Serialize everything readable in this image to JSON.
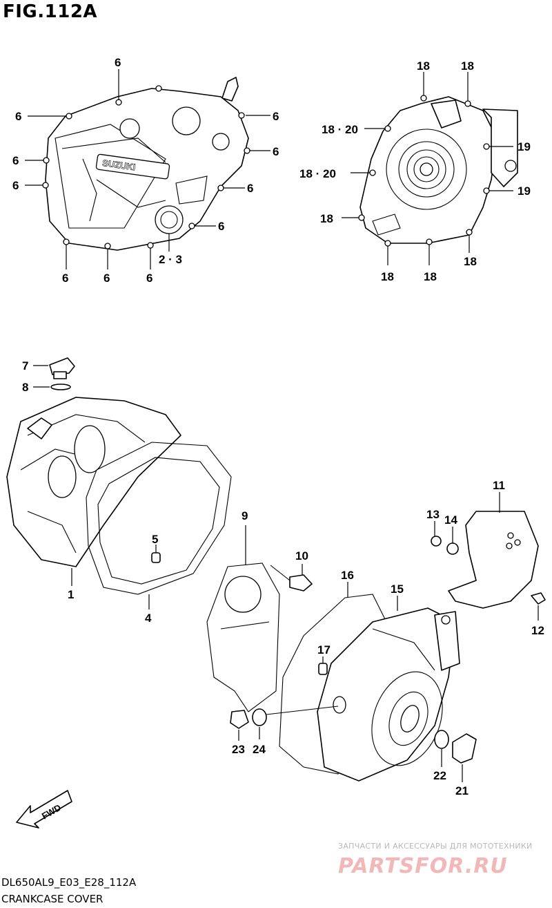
{
  "figure": {
    "title": "FIG.112A",
    "code": "DL650AL9_E03_E28_112A",
    "name": "CRANKCASE COVER"
  },
  "brand_text": "SUZUKI",
  "fwd_label": "FWD",
  "watermark": {
    "tagline": "ЗАПЧАСТИ И АКСЕССУАРЫ ДЛЯ МОТОТЕХНИКИ",
    "logo": "PARTSFOR.RU"
  },
  "callouts": {
    "c1": "1",
    "c4": "4",
    "c5": "5",
    "c7": "7",
    "c8": "8",
    "c9": "9",
    "c10": "10",
    "c11": "11",
    "c12": "12",
    "c13": "13",
    "c14": "14",
    "c15": "15",
    "c16": "16",
    "c17": "17",
    "c21": "21",
    "c22": "22",
    "c23": "23",
    "c24": "24",
    "c23_pair": "2 · 3",
    "c6": "6",
    "c18": "18",
    "c19": "19",
    "c1820": "18 · 20"
  }
}
